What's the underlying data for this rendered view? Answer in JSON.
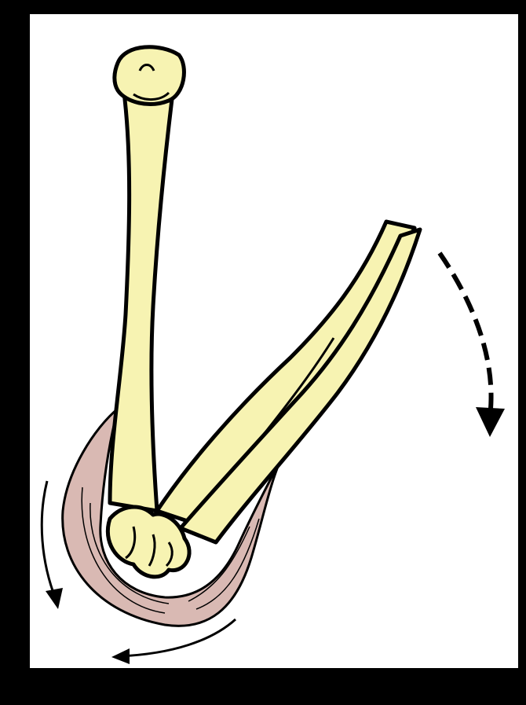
{
  "illustration": {
    "subject": "elbow-flexion-humerus-forearm-with-muscle",
    "colors": {
      "frame": "#000000",
      "background": "#ffffff",
      "bone": "#f7f3b2",
      "muscle": "#d9b9b3",
      "outline": "#000000"
    },
    "parts": [
      {
        "name": "humerus",
        "icon": "bone-icon"
      },
      {
        "name": "radius",
        "icon": "bone-icon"
      },
      {
        "name": "ulna",
        "icon": "bone-icon"
      },
      {
        "name": "muscle-sling",
        "icon": "muscle-icon"
      }
    ],
    "arrows": [
      {
        "name": "forearm-rotation-arrow",
        "style": "dashed",
        "icon": "curved-arrow-icon"
      },
      {
        "name": "left-rotation-arrow",
        "style": "solid",
        "icon": "curved-arrow-icon"
      },
      {
        "name": "bottom-rotation-arrow",
        "style": "solid",
        "icon": "curved-arrow-icon"
      }
    ]
  }
}
